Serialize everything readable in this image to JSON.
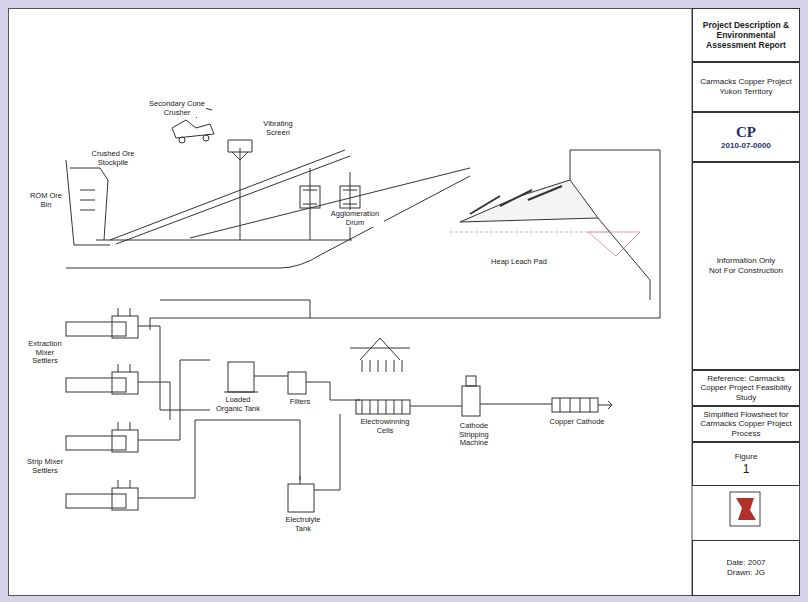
{
  "diagram": {
    "nodes": [
      {
        "text": [
          "Project Description & Environmental Assessment Report"
        ]
      },
      {
        "text": [
          "Carmacks Copper Project",
          "Yukon Territory"
        ]
      },
      {
        "text": [
          "CP",
          "2010-07-0000"
        ]
      },
      {
        "text": [
          "Information Only",
          "Not For Construction"
        ]
      },
      {
        "text": [
          "Reference: Carmacks Copper Project Feasibility Study"
        ]
      },
      {
        "text": [
          "Simplified Flowsheet for Carmacks Copper Project Process"
        ]
      },
      {
        "text": [
          "Figure",
          "1"
        ]
      },
      {
        "text": [
          "Date: 2007",
          "Drawn: JG"
        ]
      }
    ],
    "labels": [
      "ROM Ore Bin",
      "Crushed Ore Stockpile",
      "Secondary Cone Crusher",
      "Vibrating Screen",
      "Agglomeration Drum",
      "Heap Leach Pad",
      "Extraction Mixer Settlers",
      "Strip Mixer Settlers",
      "Loaded Organic Tank",
      "Filters",
      "Electrowinning Cells",
      "Cathode Stripping Machine",
      "Copper Cathode",
      "Electrolyte Tank"
    ]
  }
}
